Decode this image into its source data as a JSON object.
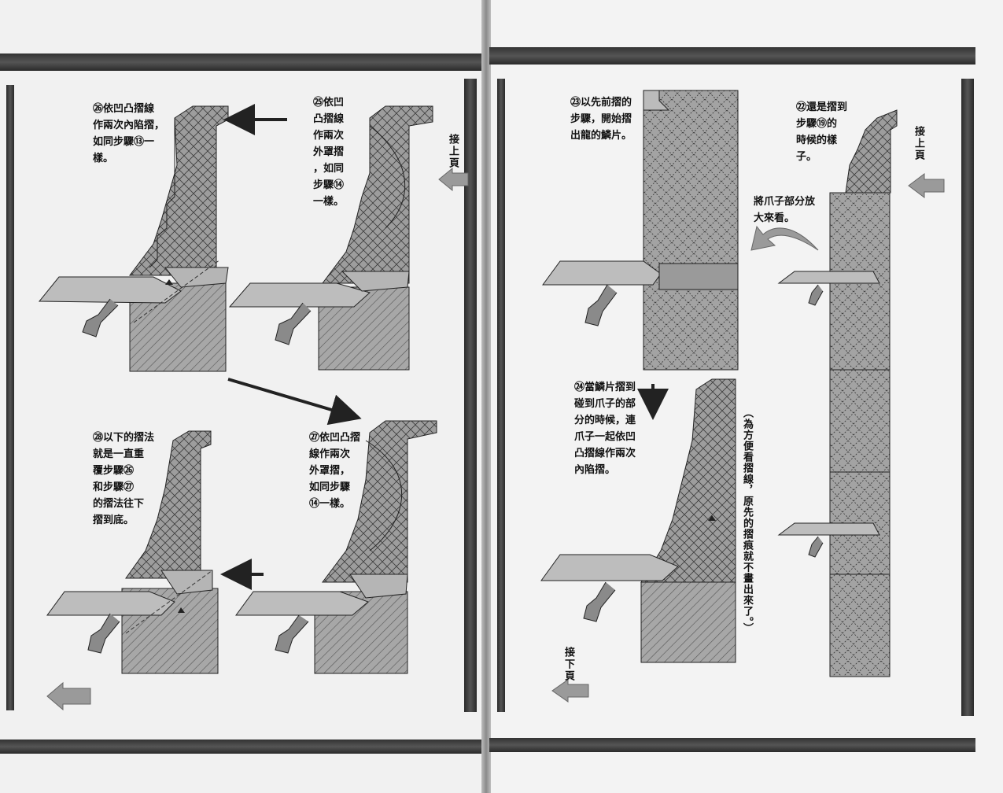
{
  "left_page": {
    "step26_text": "㉖依凹凸摺線\n作兩次內陷摺，\n如同步驟⑬一\n樣。",
    "step25_text": "㉕依凹\n凸摺線\n作兩次\n外罩摺\n，如同\n步驟⑭\n一樣。",
    "step27_text": "㉗依凹凸摺\n線作兩次\n外罩摺，\n如同步驟\n⑭一樣。",
    "step28_text": "㉘以下的摺法\n就是一直重\n覆步驟㉖\n和步驟㉗\n的摺法往下\n摺到底。",
    "continue_prev_label": "接上頁"
  },
  "right_page": {
    "step23_text": "㉓以先前摺的\n步驟，開始摺\n出龍的鱗片。",
    "step22_text": "㉒還是摺到\n步驟⑲的\n時候的樣\n子。",
    "enlarge_note": "將爪子部分放\n大來看。",
    "step24_text": "㉔當鱗片摺到\n碰到爪子的部\n分的時候，連\n爪子一起依凹\n凸摺線作兩次\n內陷摺。",
    "side_note": "（為方便看摺線，原先的摺痕就不畫出來了。）",
    "continue_prev_label": "接上頁",
    "continue_next_label": "接下頁"
  }
}
